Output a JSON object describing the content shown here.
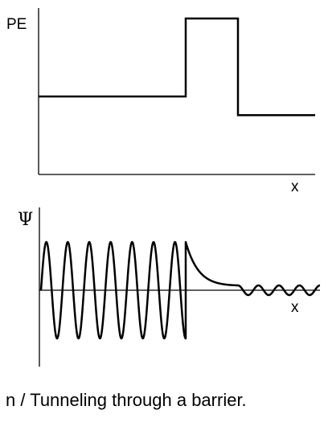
{
  "top_graph": {
    "y_label": "PE",
    "x_label": "x",
    "potential_levels": {
      "left": 0.5,
      "barrier": 1.0,
      "right": 0.38
    }
  },
  "bottom_graph": {
    "y_label": "Ψ",
    "x_label": "x",
    "incident_oscillations": 7,
    "transmitted_oscillations": 4
  },
  "caption": {
    "tag": "n",
    "separator": " / ",
    "text": "Tunneling through a barrier."
  },
  "colors": {
    "ink": "#000000",
    "background": "#ffffff"
  }
}
